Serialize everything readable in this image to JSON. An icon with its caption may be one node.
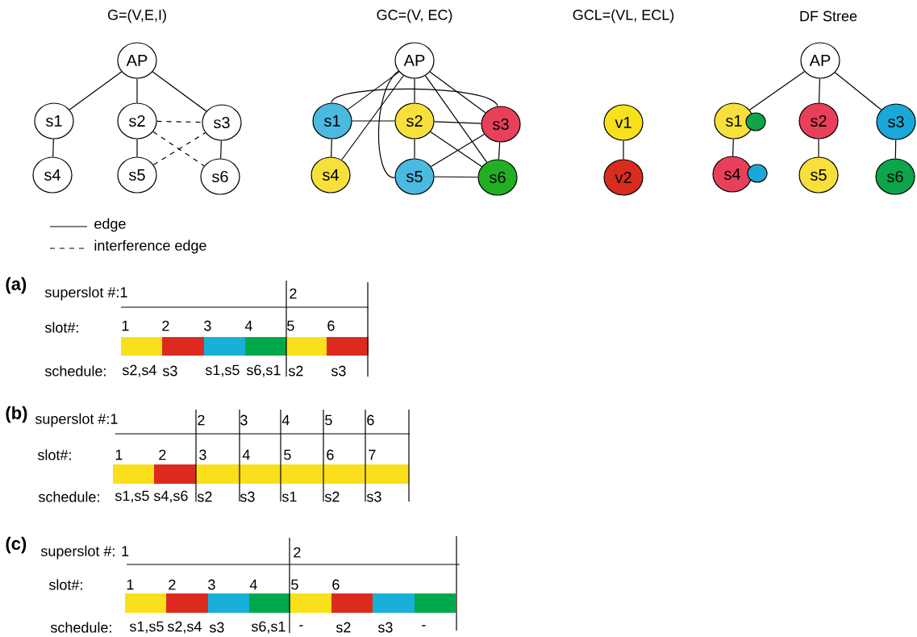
{
  "diagram": {
    "nodes": [
      {
        "text": [
          "AP"
        ]
      },
      {
        "text": [
          "s1"
        ]
      },
      {
        "text": [
          "s2"
        ]
      },
      {
        "text": [
          "s3"
        ]
      },
      {
        "text": [
          "s4"
        ]
      },
      {
        "text": [
          "s5"
        ]
      },
      {
        "text": [
          "s6"
        ]
      },
      {
        "text": [
          "AP"
        ]
      },
      {
        "text": [
          "s1"
        ]
      },
      {
        "text": [
          "s2"
        ]
      },
      {
        "text": [
          "s3"
        ]
      },
      {
        "text": [
          "s4"
        ]
      },
      {
        "text": [
          "s5"
        ]
      },
      {
        "text": [
          "s6"
        ]
      },
      {
        "text": [
          "v1"
        ]
      },
      {
        "text": [
          "v2"
        ]
      },
      {
        "text": [
          "AP"
        ]
      },
      {
        "text": [
          "s1"
        ]
      },
      {
        "text": [
          "s2"
        ]
      },
      {
        "text": [
          "s3"
        ]
      },
      {
        "text": [
          "s4"
        ]
      },
      {
        "text": [
          "s5"
        ]
      },
      {
        "text": [
          "s6"
        ]
      },
      {
        "text": [],
        "shape": "circle"
      },
      {
        "text": [],
        "shape": "circle"
      }
    ],
    "edges": [
      {
        "from": 0,
        "to": 1,
        "arrow": "none"
      },
      {
        "from": 0,
        "to": 2,
        "arrow": "none"
      },
      {
        "from": 0,
        "to": 3,
        "arrow": "none"
      },
      {
        "from": 1,
        "to": 4,
        "arrow": "none"
      },
      {
        "from": 2,
        "to": 5,
        "arrow": "none"
      },
      {
        "from": 3,
        "to": 6,
        "arrow": "none"
      },
      {
        "from": 2,
        "to": 3,
        "arrow": "none",
        "style": "dashed"
      },
      {
        "from": 2,
        "to": 6,
        "arrow": "none",
        "style": "dashed"
      },
      {
        "from": 5,
        "to": 3,
        "arrow": "none",
        "style": "dashed"
      },
      {
        "from": 7,
        "to": 8,
        "arrow": "none"
      },
      {
        "from": 7,
        "to": 11,
        "arrow": "none"
      },
      {
        "from": 7,
        "to": 12,
        "arrow": "none"
      },
      {
        "from": 7,
        "to": 9,
        "arrow": "none"
      },
      {
        "from": 7,
        "to": 10,
        "arrow": "none"
      },
      {
        "from": 7,
        "to": 13,
        "arrow": "none"
      },
      {
        "from": 8,
        "to": 10,
        "arrow": "none"
      },
      {
        "from": 8,
        "to": 9,
        "arrow": "none"
      },
      {
        "from": 8,
        "to": 11,
        "arrow": "none"
      },
      {
        "from": 9,
        "to": 10,
        "arrow": "none"
      },
      {
        "from": 9,
        "to": 12,
        "arrow": "none"
      },
      {
        "from": 9,
        "to": 13,
        "arrow": "none"
      },
      {
        "from": 10,
        "to": 12,
        "arrow": "none"
      },
      {
        "from": 10,
        "to": 13,
        "arrow": "none"
      },
      {
        "from": 12,
        "to": 13,
        "arrow": "none"
      },
      {
        "from": 14,
        "to": 15,
        "arrow": "none"
      },
      {
        "from": 16,
        "to": 17,
        "arrow": "none"
      },
      {
        "from": 16,
        "to": 18,
        "arrow": "none"
      },
      {
        "from": 16,
        "to": 19,
        "arrow": "none"
      },
      {
        "from": 17,
        "to": 20,
        "arrow": "none"
      },
      {
        "from": 18,
        "to": 21,
        "arrow": "none"
      },
      {
        "from": 19,
        "to": 22,
        "arrow": "none"
      }
    ],
    "labels": [
      "G=(V,E,I)",
      "GC=(V, EC)",
      "GCL=(VL, ECL)",
      "DF Stree",
      "(a)",
      "superslot #:1",
      "2",
      "slot#:",
      "1",
      "2",
      "3",
      "4",
      "5",
      "6",
      "schedule:",
      "s2,s4",
      "s3",
      "s1,s5",
      "s6,s1",
      "s2",
      "s3",
      "(b)",
      "superslot #:1",
      "2",
      "3",
      "4",
      "5",
      "6",
      "slot#:",
      "1",
      "2",
      "3",
      "4",
      "5",
      "6",
      "7",
      "schedule:",
      "s1,s5",
      "s4,s6",
      "s2",
      "s3",
      "s1",
      "s2",
      "s3",
      "(c)",
      "superslot #: 1",
      "2",
      "slot#:",
      "1",
      "2",
      "3",
      "4",
      "5",
      "6",
      "schedule:",
      "s1,s5",
      "s2,s4",
      "s3",
      "s6,s1",
      "-",
      "s2",
      "s3",
      "-"
    ],
    "legend": [
      {
        "text": "edge"
      },
      {
        "text": "interference edge"
      }
    ]
  }
}
